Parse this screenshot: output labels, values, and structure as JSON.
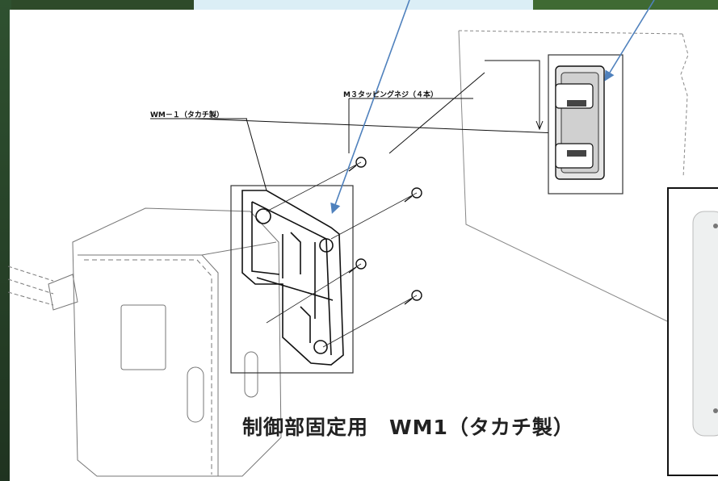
{
  "caption": "制御部固定用　WM1（タカチ製）",
  "labels": {
    "part_label": "WM－１（タカチ製）",
    "screw_label": "M３タッピングネジ（４本）"
  },
  "colors": {
    "arrow": "#4f81bd",
    "frame_dark": "#2e4a2a",
    "frame_light": "#dbeef6"
  }
}
